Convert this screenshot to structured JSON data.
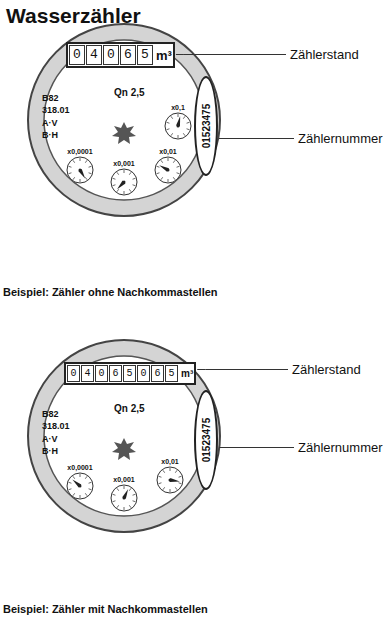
{
  "diagram": {
    "title": "Wasserzähler",
    "nodes": [
      {
        "text": [
          "B82",
          "318.01",
          "A·V",
          "B·H",
          "Qn 2,5"
        ]
      },
      {
        "text": [
          "0",
          "4",
          "0",
          "6",
          "5",
          "m³"
        ],
        "in": 0
      },
      {
        "text": [
          "01523475"
        ],
        "in": 0
      },
      {
        "text": [
          "B82",
          "318.01",
          "A·V",
          "B·H",
          "Qn 2,5"
        ]
      },
      {
        "text": [
          "0",
          "4",
          "0",
          "6",
          "5",
          "0",
          "6",
          "5",
          "m³"
        ],
        "in": 3
      },
      {
        "text": [
          "01523475"
        ],
        "in": 3
      }
    ],
    "edges": [],
    "labels": [
      "Zählerstand",
      "Zählernummer",
      "x0,0001",
      "x0,001",
      "x0,01",
      "x0,1",
      "Beispiel: Zähler ohne Nachkommastellen",
      "Zählerstand",
      "Zählernummer",
      "x0,0001",
      "x0,001",
      "x0,01",
      "Beispiel: Zähler mit Nachkommastellen"
    ]
  }
}
